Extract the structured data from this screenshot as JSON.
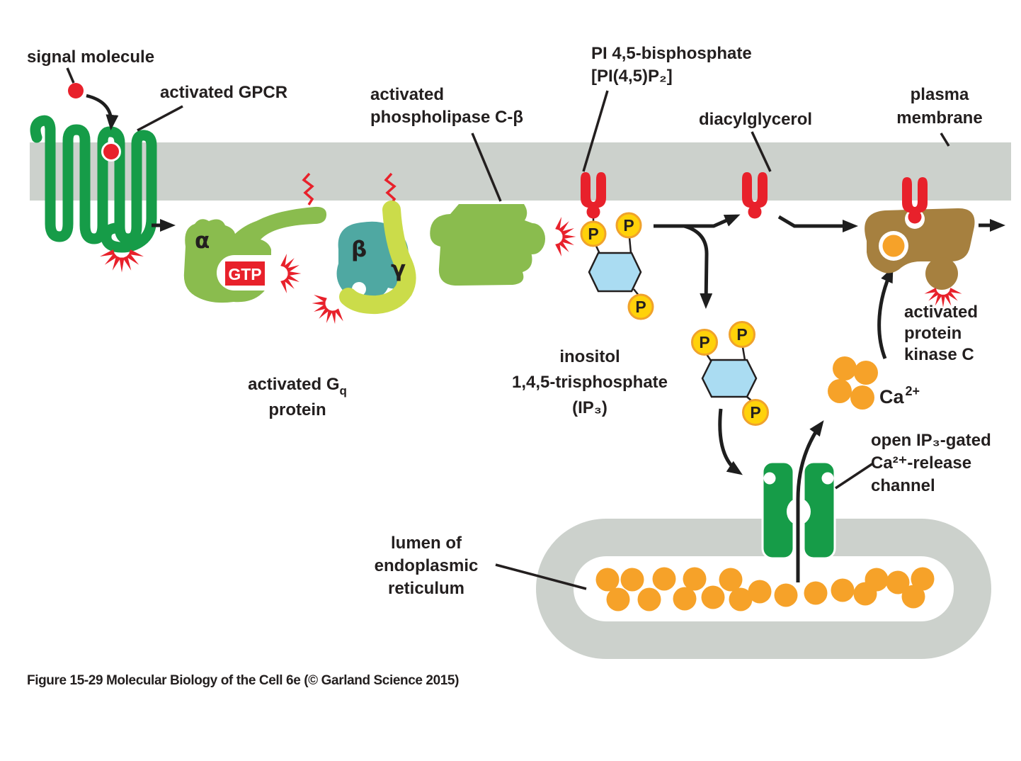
{
  "figure_caption": "Figure 15-29  Molecular Biology of the Cell 6e (© Garland Science 2015)",
  "labels": {
    "signal_molecule": "signal molecule",
    "activated_gpcr": "activated GPCR",
    "plc": {
      "line1": "activated",
      "line2": "phospholipase C-β"
    },
    "pip2": {
      "line1": "PI 4,5-bisphosphate",
      "line2": "[PI(4,5)P₂]"
    },
    "diacylglycerol": "diacylglycerol",
    "plasma_membrane": {
      "line1": "plasma",
      "line2": "membrane"
    },
    "gq": {
      "line1_main": "activated G",
      "line1_sub": "q",
      "line2": "protein"
    },
    "ip3": {
      "line1": "inositol",
      "line2": "1,4,5-trisphosphate",
      "line3": "(IP₃)"
    },
    "pkc": {
      "line1": "activated",
      "line2": "protein",
      "line3": "kinase C"
    },
    "ca": {
      "base": "Ca",
      "sup": "2+"
    },
    "channel": {
      "line1": "open IP₃-gated",
      "line2": "Ca²⁺-release",
      "line3": "channel"
    },
    "lumen": {
      "line1": "lumen of",
      "line2": "endoplasmic",
      "line3": "reticulum"
    },
    "subunit_alpha": "α",
    "subunit_beta": "β",
    "subunit_gamma": "γ",
    "gtp": "GTP",
    "phosphate": "P"
  },
  "colors": {
    "membrane_gray": "#ccd1cc",
    "gpcr_green": "#169c48",
    "channel_green": "#169c48",
    "g_alpha_green": "#8abc4e",
    "plc_green": "#8abc4e",
    "beta_teal": "#4fa8a2",
    "gamma_yellowgreen": "#cbdc4a",
    "signal_red": "#e8212b",
    "calcium_orange": "#f6a229",
    "phosphate_yellow": "#ffd20a",
    "phosphate_ring_orange": "#f0a22b",
    "inositol_blue": "#aadcf2",
    "pkc_brown": "#a6803f",
    "text_black": "#231f1f"
  },
  "molecule_counts": {
    "phosphates_on_pip2": 3,
    "phosphates_on_ip3": 3,
    "ca_ions_cytosol": 4,
    "ca_ions_er_lumen": 19
  }
}
